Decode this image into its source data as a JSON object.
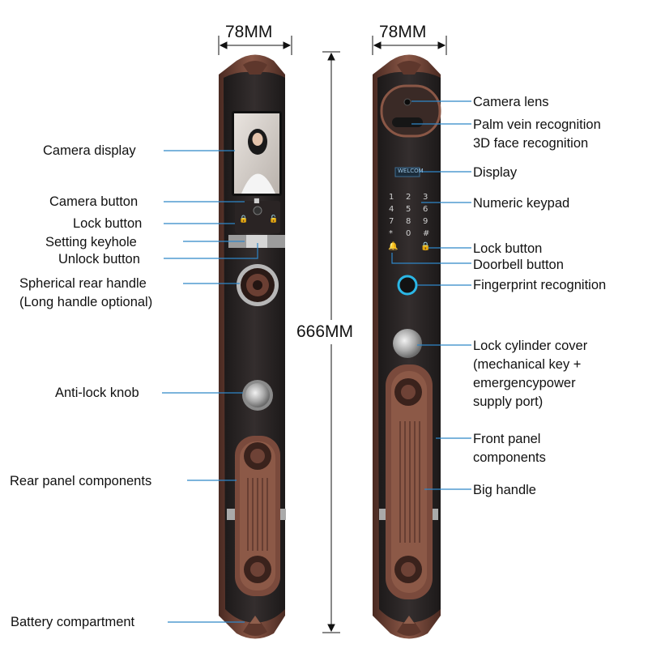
{
  "dimensions": {
    "width_left": "78MM",
    "width_right": "78MM",
    "height": "666MM"
  },
  "rear_labels": {
    "camera_display": "Camera display",
    "camera_button": "Camera button",
    "lock_button": "Lock button",
    "setting_keyhole": "Setting keyhole",
    "unlock_button": "Unlock button",
    "rear_handle_line1": "Spherical rear handle",
    "rear_handle_line2": "(Long handle optional)",
    "anti_lock_knob": "Anti-lock knob",
    "rear_panel": "Rear panel components",
    "battery": "Battery compartment"
  },
  "front_labels": {
    "camera_lens": "Camera lens",
    "palm_vein": "Palm vein recognition",
    "face_3d": "3D face recognition",
    "display": "Display",
    "numeric_keypad": "Numeric keypad",
    "lock_button": "Lock button",
    "doorbell_button": "Doorbell button",
    "fingerprint": "Fingerprint recognition",
    "cylinder_line1": "Lock cylinder cover",
    "cylinder_line2": "(mechanical key +",
    "cylinder_line3": "emergencypower",
    "cylinder_line4": "supply port)",
    "front_panel_line1": "Front panel",
    "front_panel_line2": "components",
    "big_handle": "Big handle"
  },
  "front_screen_text": "WELCOM",
  "keypad": [
    "1",
    "2",
    "3",
    "4",
    "5",
    "6",
    "7",
    "8",
    "9",
    "*",
    "0",
    "#"
  ],
  "colors": {
    "panel_body": "#2b2626",
    "copper": "#7a4a3c",
    "copper_dark": "#4e2c24",
    "fingerprint_ring": "#2bb7e6",
    "leader_line": "#2f86c8"
  }
}
